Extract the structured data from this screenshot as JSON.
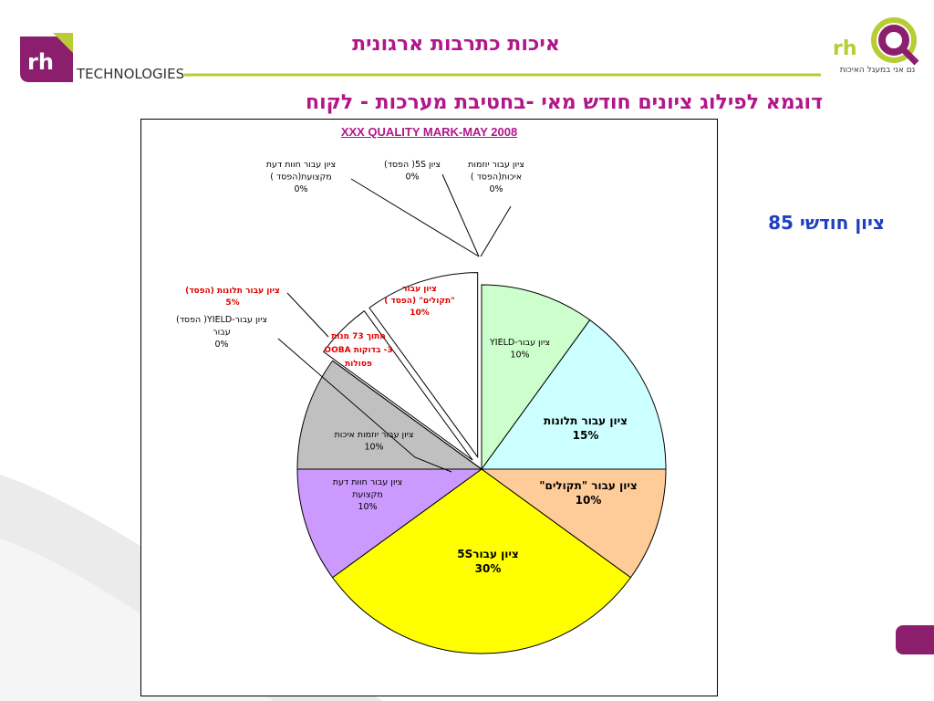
{
  "header": {
    "title": "איכות כתרבות ארגונית",
    "left_logo": {
      "mark": "rh",
      "word": "TECHNOLOGIES"
    },
    "right_logo": {
      "mark": "rh",
      "tagline": "נם אני במעגל האיכות"
    }
  },
  "slide": {
    "title": "דוגמא לפילוג ציונים חודש מאי -בחטיבת מערכות - לקוח",
    "monthly_score": "ציון חודשי 85"
  },
  "colors": {
    "accent": "#b1168a",
    "score": "#1f3fbf",
    "green": "#ccffcc",
    "cyan": "#ccffff",
    "peach": "#ffcc99",
    "yellow": "#ffff00",
    "purple": "#cc99ff",
    "gray": "#c0c0c0",
    "loss_label": "#e00000"
  },
  "chart_data": {
    "type": "pie",
    "title": "XXX QUALITY MARK-MAY 2008",
    "slices": [
      {
        "label": [
          "ציון עבור-YIELD"
        ],
        "value": 10,
        "pct": "10%",
        "color": "#ccffcc",
        "bold": false,
        "exploded": false,
        "loss": false
      },
      {
        "label": [
          "ציון עבור תלונות"
        ],
        "value": 15,
        "pct": "15%",
        "color": "#ccffff",
        "bold": true,
        "exploded": false,
        "loss": false
      },
      {
        "label": [
          "ציון עבור \"תקולים\""
        ],
        "value": 10,
        "pct": "10%",
        "color": "#ffcc99",
        "bold": true,
        "exploded": false,
        "loss": false
      },
      {
        "label": [
          "ציון עבור5S"
        ],
        "value": 30,
        "pct": "30%",
        "color": "#ffff00",
        "bold": true,
        "exploded": false,
        "loss": false
      },
      {
        "label": [
          "ציון עבור חוות דעת",
          "מקצועת"
        ],
        "value": 10,
        "pct": "10%",
        "color": "#cc99ff",
        "bold": false,
        "exploded": false,
        "loss": false
      },
      {
        "label": [
          "ציון עבור יוזמות איכות"
        ],
        "value": 10,
        "pct": "10%",
        "color": "#c0c0c0",
        "bold": false,
        "exploded": false,
        "loss": false
      },
      {
        "label": [
          "ציון עבור-YIELD( הפסד)",
          "עבור"
        ],
        "value": 0,
        "pct": "0%",
        "color": "#ffffff",
        "bold": false,
        "exploded": true,
        "loss": false
      },
      {
        "label": [
          "ציון עבור תלונות (הפסד)"
        ],
        "value": 5,
        "pct": "5%",
        "color": "#ffffff",
        "bold": true,
        "exploded": true,
        "loss": true
      },
      {
        "label": [
          "ציון עבור",
          "\"תקולים\" (הפסד )"
        ],
        "value": 10,
        "pct": "10%",
        "color": "#ffffff",
        "bold": true,
        "exploded": true,
        "loss": true
      },
      {
        "label": [
          "ציון עבור חוות דעת",
          "מקצועת(הפסד )"
        ],
        "value": 0,
        "pct": "0%",
        "color": "#ffffff",
        "bold": false,
        "exploded": true,
        "loss": false
      },
      {
        "label": [
          "ציון 5S( הפסד)"
        ],
        "value": 0,
        "pct": "0%",
        "color": "#ffffff",
        "bold": false,
        "exploded": true,
        "loss": false
      },
      {
        "label": [
          "ציון עבור יוזמות",
          "איכות(הפסד )"
        ],
        "value": 0,
        "pct": "0%",
        "color": "#ffffff",
        "bold": false,
        "exploded": true,
        "loss": false
      }
    ],
    "annotation": [
      "מתוך 73 מנות",
      "3- בדוקות OOBA",
      "פסולות"
    ],
    "legend": "none"
  }
}
